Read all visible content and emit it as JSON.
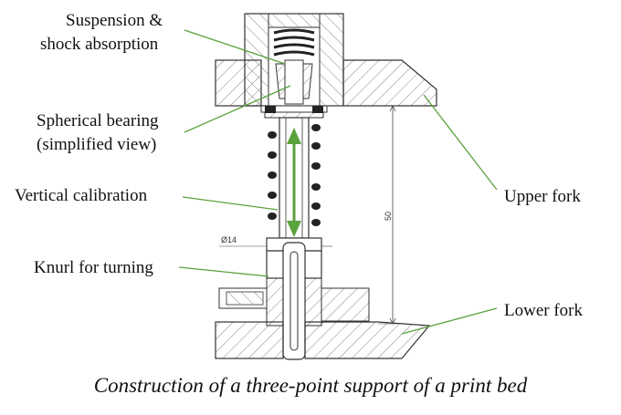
{
  "labels": {
    "suspension_line1": "Suspension &",
    "suspension_line2": "shock absorption",
    "bearing_line1": "Spherical bearing",
    "bearing_line2": "(simplified view)",
    "vertical_calibration": "Vertical calibration",
    "knurl": "Knurl for turning",
    "upper_fork": "Upper fork",
    "lower_fork": "Lower fork"
  },
  "dimensions": {
    "diameter": "Ø14",
    "height": "50"
  },
  "caption": "Construction of a three-point support of a print bed",
  "colors": {
    "leader": "#5aa23c",
    "arrow": "#5aa23c",
    "outline": "#333333",
    "hatch": "#555555"
  }
}
